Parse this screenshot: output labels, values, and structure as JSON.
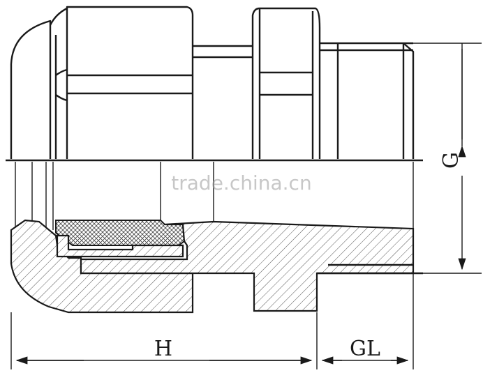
{
  "dimensions": {
    "g_label": "G",
    "h_label": "H",
    "gl_label": "GL"
  },
  "watermark": "trade.china.cn",
  "colors": {
    "line": "#1a1a1a",
    "background": "#ffffff",
    "watermark": "#9a9a9a"
  }
}
